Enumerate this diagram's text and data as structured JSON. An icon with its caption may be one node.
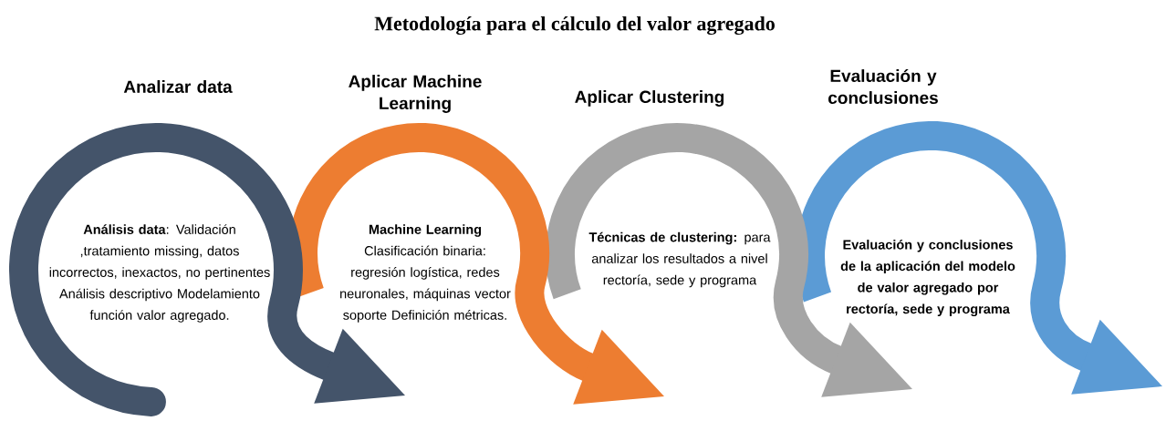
{
  "diagram": {
    "title": "Metodología para el cálculo del valor agregado",
    "nodes": [
      {
        "text": [
          "Analizar data",
          "**Análisis data**: Validación ,tratamiento missing, datos incorrectos, inexactos, no pertinentes Análisis descriptivo Modelamiento función valor agregado."
        ]
      },
      {
        "text": [
          "Aplicar Machine Learning",
          "**Machine Learning** Clasificación binaria: regresión logística, redes neuronales, máquinas vector soporte Definición métricas."
        ]
      },
      {
        "text": [
          "Aplicar Clustering",
          "**Técnicas de clustering:** para analizar los resultados a nivel rectoría, sede y programa"
        ]
      },
      {
        "text": [
          "Evaluación y conclusiones",
          "Evaluación y conclusiones de la aplicación del modelo de valor agregado por rectoría, sede y programa"
        ]
      }
    ]
  }
}
